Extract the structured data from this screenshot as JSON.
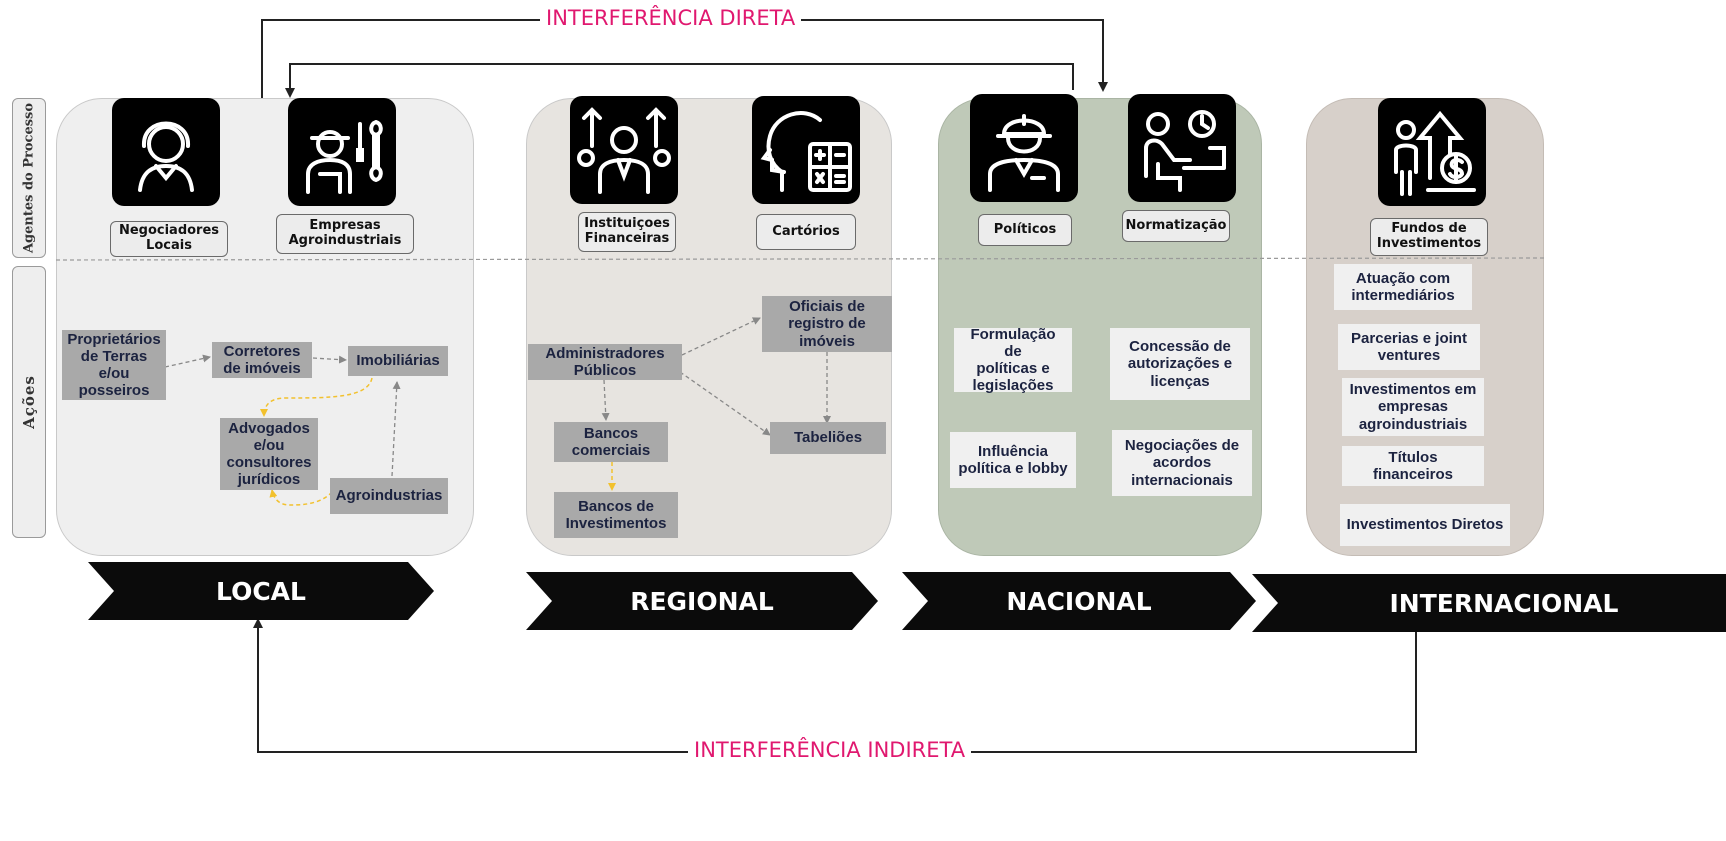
{
  "flows": {
    "direct": "INTERFERÊNCIA DIRETA",
    "indirect": "INTERFERÊNCIA INDIRETA"
  },
  "sidebar": {
    "agents_label": "Agentes do Processo",
    "actions_label": "Ações"
  },
  "colors": {
    "flow_text": "#e0186f",
    "panel_local": "#efefef",
    "panel_regional": "#e7e4e0",
    "panel_nacional": "#bfc9b8",
    "panel_internacional": "#d7d0ca",
    "action_box": "#a9a9a9",
    "legal_arrow": "#f2c12e"
  },
  "levels": {
    "local": {
      "banner": "LOCAL",
      "agents": [
        {
          "label": "Negociadores\nLocais",
          "icon": "negotiator-headset-icon"
        },
        {
          "label": "Empresas\nAgroindustriais",
          "icon": "worker-tools-icon"
        }
      ],
      "actions": {
        "owners": "Proprietários\nde Terras\ne/ou\nposseiros",
        "brokers": "Corretores\nde imóveis",
        "realestate": "Imobiliárias",
        "lawyers": "Advogados\ne/ou\nconsultores\njurídicos",
        "agro": "Agroindustrias"
      }
    },
    "regional": {
      "banner": "REGIONAL",
      "agents": [
        {
          "label": "Instituiçoes\nFinanceiras",
          "icon": "financier-growth-icon"
        },
        {
          "label": "Cartórios",
          "icon": "head-calculator-icon"
        }
      ],
      "actions": {
        "admins": "Administradores\nPúblicos",
        "officials": "Oficiais de\nregistro de\nimóveis",
        "commercial": "Bancos\ncomerciais",
        "notaries": "Tabeliões",
        "investment": "Bancos de\nInvestimentos"
      }
    },
    "nacional": {
      "banner": "NACIONAL",
      "agents": [
        {
          "label": "Políticos",
          "icon": "politician-helmet-icon"
        },
        {
          "label": "Normatização",
          "icon": "person-laptop-icon"
        }
      ],
      "actions": [
        "Formulação de\npolíticas e\nlegislações",
        "Concessão de\nautorizações e\nlicenças",
        "Influência\npolítica e lobby",
        "Negociações de\nacordos\ninternacionais"
      ]
    },
    "internacional": {
      "banner": "INTERNACIONAL",
      "agents": [
        {
          "label": "Fundos de\nInvestimentos",
          "icon": "person-dollar-growth-icon"
        }
      ],
      "actions": [
        "Atuação com\nintermediários",
        "Parcerias e joint\nventures",
        "Investimentos em\nempresas\nagroindustriais",
        "Títulos financeiros",
        "Investimentos Diretos"
      ]
    }
  }
}
